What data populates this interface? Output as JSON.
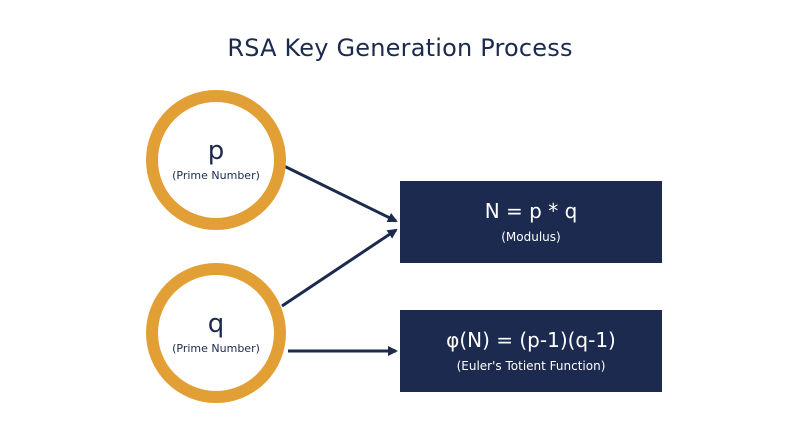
{
  "title": "RSA Key Generation Process",
  "nodes": {
    "p": {
      "symbol": "p",
      "label": "(Prime Number)"
    },
    "q": {
      "symbol": "q",
      "label": "(Prime Number)"
    },
    "modulus": {
      "formula": "N = p * q",
      "caption": "(Modulus)"
    },
    "totient": {
      "formula": "φ(N) = (p-1)(q-1)",
      "caption": "(Euler's Totient Function)"
    }
  },
  "colors": {
    "navy": "#1b2a4e",
    "gold": "#e29f35",
    "background": "#ffffff"
  }
}
